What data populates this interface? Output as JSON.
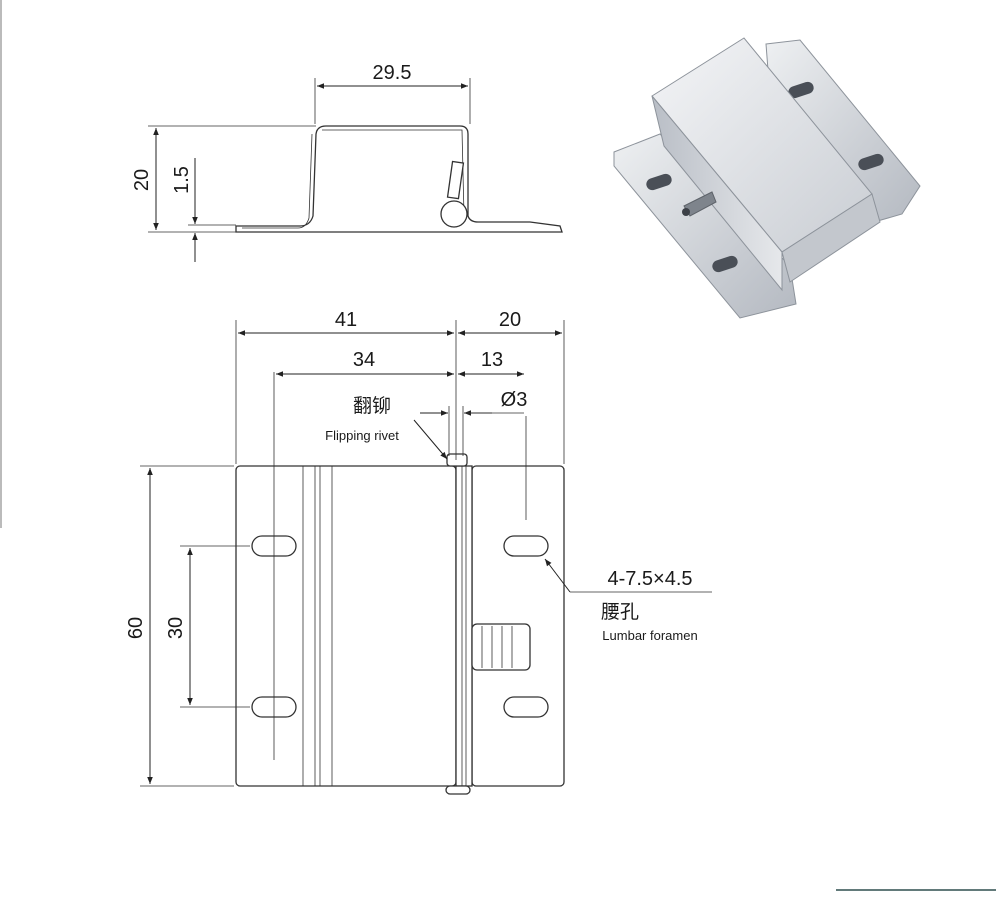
{
  "side_view": {
    "dim_width": "29.5",
    "dim_height": "20",
    "dim_thickness": "1.5"
  },
  "front_view": {
    "dim_total_left": "41",
    "dim_total_right": "20",
    "dim_hole_left": "34",
    "dim_hole_right": "13",
    "dim_pin": "Ø3",
    "dim_height": "60",
    "dim_hole_spacing": "30"
  },
  "annotations": {
    "rivet_cn": "翻铆",
    "rivet_en": "Flipping rivet",
    "slot_spec": "4-7.5×4.5",
    "slot_cn": "腰孔",
    "slot_en": "Lumbar foramen"
  },
  "colors": {
    "line": "#222222",
    "metal_light": "#e9ebee",
    "metal_dark": "#9aa0a8",
    "accent_rule": "#2f4f4f"
  }
}
